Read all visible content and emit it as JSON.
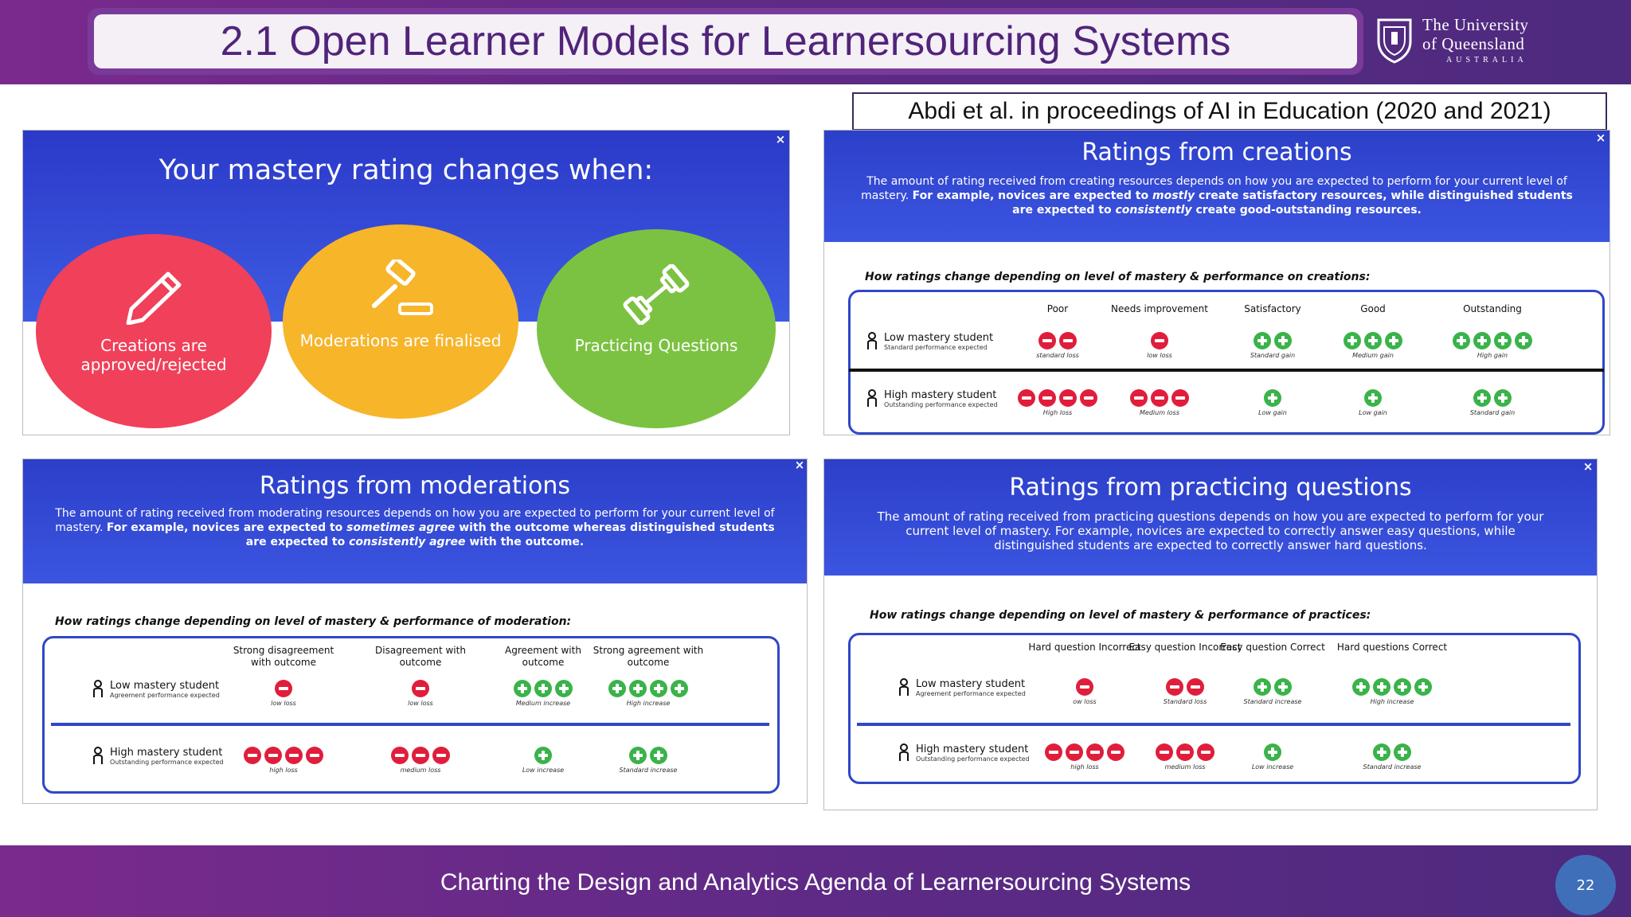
{
  "header": {
    "title": "2.1 Open Learner Models for Learnersourcing Systems",
    "uq_line1": "The University",
    "uq_line2": "of Queensland",
    "uq_line3": "AUSTRALIA"
  },
  "citation": "Abdi et al. in proceedings of AI in Education (2020 and 2021)",
  "mastery_panel": {
    "title": "Your mastery rating changes when:",
    "items": [
      {
        "label": "Creations are approved/rejected",
        "color": "#f0405a"
      },
      {
        "label": "Moderations are finalised",
        "color": "#f7b52a"
      },
      {
        "label": "Practicing Questions",
        "color": "#7cc242"
      }
    ]
  },
  "creations_panel": {
    "title": "Ratings from creations",
    "desc_a": "The amount of rating received from creating resources depends on how you are expected to perform for your current level of mastery. ",
    "desc_b": "For example, novices are expected to ",
    "desc_c": "mostly",
    "desc_d": " create satisfactory resources, while distinguished students are expected to ",
    "desc_e": "consistently",
    "desc_f": " create good-outstanding resources.",
    "subhead": "How ratings change depending on level of mastery & performance on creations:",
    "columns": [
      "Poor",
      "Needs improvement",
      "Satisfactory",
      "Good",
      "Outstanding"
    ],
    "rows": [
      {
        "label": "Low mastery student",
        "sub": "Standard performance expected",
        "cells": [
          {
            "icons": "mm",
            "cap": "standard loss"
          },
          {
            "icons": "m",
            "cap": "low loss"
          },
          {
            "icons": "pp",
            "cap": "Standard gain"
          },
          {
            "icons": "ppp",
            "cap": "Medium gain"
          },
          {
            "icons": "pppp",
            "cap": "High gain"
          }
        ]
      },
      {
        "label": "High mastery student",
        "sub": "Outstanding performance expected",
        "cells": [
          {
            "icons": "mmmm",
            "cap": "High loss"
          },
          {
            "icons": "mmm",
            "cap": "Medium loss"
          },
          {
            "icons": "p",
            "cap": "Low gain"
          },
          {
            "icons": "p",
            "cap": "Low gain"
          },
          {
            "icons": "pp",
            "cap": "Standard gain"
          }
        ]
      }
    ]
  },
  "moderations_panel": {
    "title": "Ratings from moderations",
    "desc_a": "The amount of rating received from moderating resources depends on how you are expected to perform for your current level of mastery. ",
    "desc_b": "For example, novices are expected to ",
    "desc_c": "sometimes agree",
    "desc_d": " with the outcome whereas distinguished students are expected to ",
    "desc_e": "consistently agree",
    "desc_f": " with the outcome.",
    "subhead": "How ratings change depending on level of mastery & performance of moderation:",
    "columns": [
      "Strong disagreement with outcome",
      "Disagreement with outcome",
      "Agreement with outcome",
      "Strong agreement with outcome"
    ],
    "rows": [
      {
        "label": "Low mastery student",
        "sub": "Agreement performance expected",
        "cells": [
          {
            "icons": "m",
            "cap": "low loss"
          },
          {
            "icons": "m",
            "cap": "low loss"
          },
          {
            "icons": "ppp",
            "cap": "Medium increase"
          },
          {
            "icons": "pppp",
            "cap": "High increase"
          }
        ]
      },
      {
        "label": "High mastery student",
        "sub": "Outstanding performance expected",
        "cells": [
          {
            "icons": "mmmm",
            "cap": "high loss"
          },
          {
            "icons": "mmm",
            "cap": "medium loss"
          },
          {
            "icons": "p",
            "cap": "Low increase"
          },
          {
            "icons": "pp",
            "cap": "Standard increase"
          }
        ]
      }
    ]
  },
  "practice_panel": {
    "title": "Ratings from practicing questions",
    "desc": "The amount of rating received from practicing questions depends on how you are expected to perform for your current level of mastery. For example, novices are expected to correctly answer easy questions, while distinguished students are expected to correctly answer hard questions.",
    "subhead": "How ratings change depending on level of mastery & performance of practices:",
    "columns": [
      "Hard question Incorrect",
      "Easy question Incorrect",
      "Easy question Correct",
      "Hard questions Correct"
    ],
    "rows": [
      {
        "label": "Low mastery student",
        "sub": "Agreement performance expected",
        "cells": [
          {
            "icons": "m",
            "cap": "ow loss"
          },
          {
            "icons": "mm",
            "cap": "Standard loss"
          },
          {
            "icons": "pp",
            "cap": "Standard increase"
          },
          {
            "icons": "pppp",
            "cap": "High increase"
          }
        ]
      },
      {
        "label": "High mastery student",
        "sub": "Outstanding performance expected",
        "cells": [
          {
            "icons": "mmmm",
            "cap": "high loss"
          },
          {
            "icons": "mmm",
            "cap": "medium loss"
          },
          {
            "icons": "p",
            "cap": "Low increase"
          },
          {
            "icons": "pp",
            "cap": "Standard increase"
          }
        ]
      }
    ]
  },
  "close_glyph": "×",
  "footer": {
    "text": "Charting the Design and Analytics Agenda of Learnersourcing Systems",
    "page": "22"
  }
}
